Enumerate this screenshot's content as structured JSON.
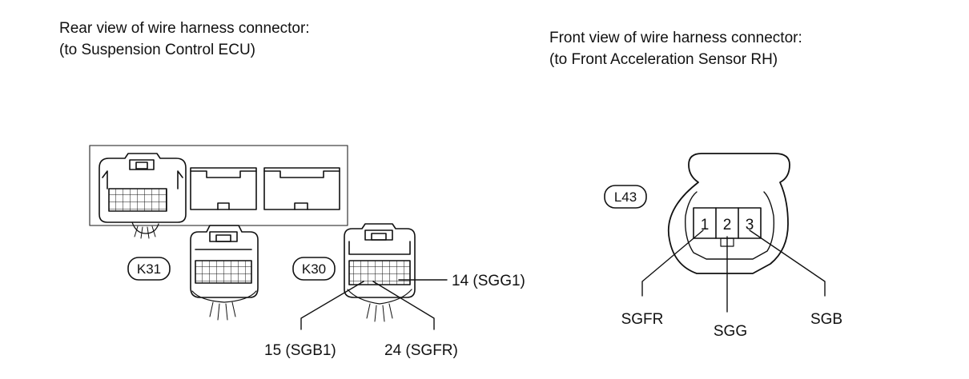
{
  "left_caption": {
    "line1": "Rear view of wire harness connector:",
    "line2": "(to Suspension Control ECU)"
  },
  "right_caption": {
    "line1": "Front view of wire harness connector:",
    "line2": "(to Front Acceleration Sensor RH)"
  },
  "connectors": {
    "k31": "K31",
    "k30": "K30",
    "l43": "L43"
  },
  "k30_pins": {
    "pin14": "14 (SGG1)",
    "pin15": "15 (SGB1)",
    "pin24": "24 (SGFR)"
  },
  "l43_pins": {
    "p1": "1",
    "p2": "2",
    "p3": "3",
    "sgfr": "SGFR",
    "sgg": "SGG",
    "sgb": "SGB"
  }
}
